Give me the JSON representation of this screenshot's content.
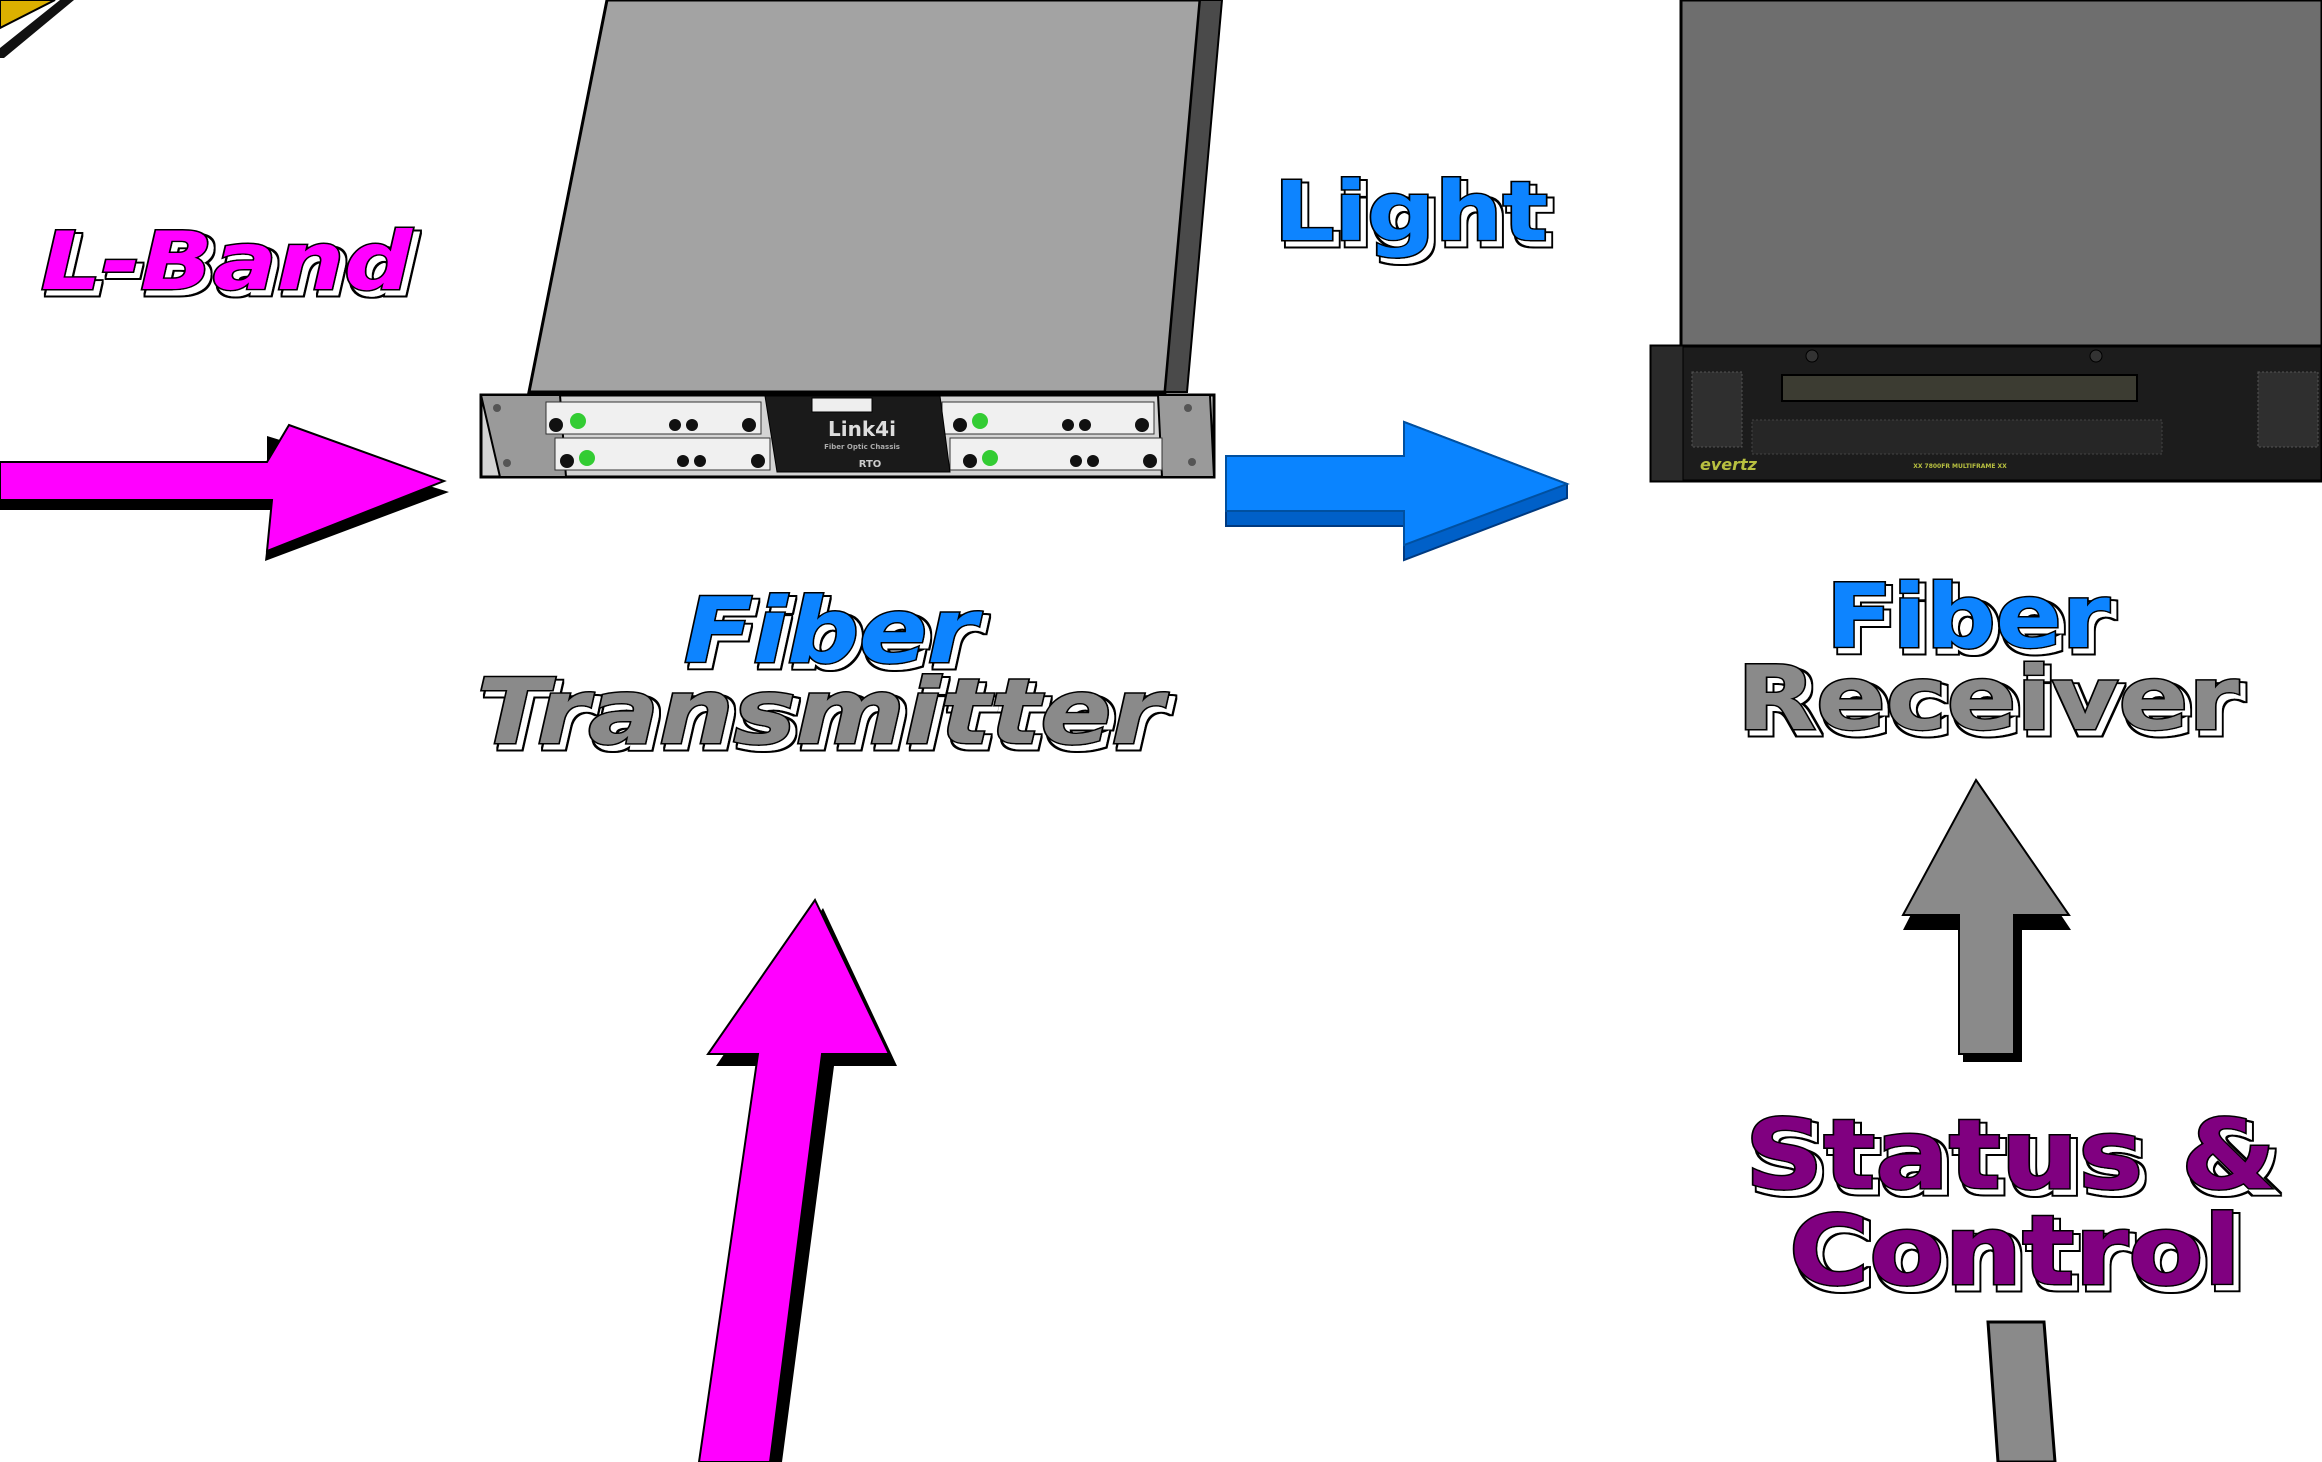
{
  "labels": {
    "l_band": "L-Band",
    "light": "Light",
    "transmitter_line1": "Fiber",
    "transmitter_line2": "Transmitter",
    "receiver_line1": "Fiber",
    "receiver_line2": "Receiver",
    "status_line1": "Status &",
    "status_line2": "Control"
  },
  "transmitter_device": {
    "brand": "Link4i",
    "subtitle": "Fiber Optic Chassis",
    "maker": "RTO"
  },
  "receiver_device": {
    "brand": "evertz",
    "model": "XX 7800FR MULTIFRAME XX"
  },
  "colors": {
    "l_band": "#ff00ff",
    "light": "#0a84ff",
    "fiber": "#0a84ff",
    "device_label": "#8a8a8a",
    "status": "#800080",
    "corner": "#dcb000"
  }
}
